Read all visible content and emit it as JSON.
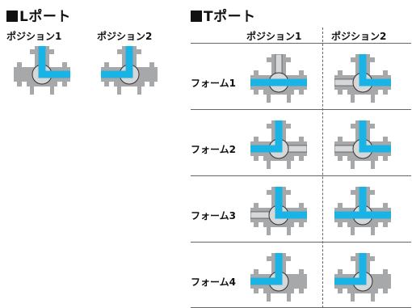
{
  "l_section": {
    "title": "Lポート",
    "position1": "ポジション1",
    "position2": "ポジション2"
  },
  "t_section": {
    "title": "Tポート",
    "position1": "ポジション1",
    "position2": "ポジション2",
    "forms": [
      {
        "label": "フォーム1"
      },
      {
        "label": "フォーム2"
      },
      {
        "label": "フォーム3"
      },
      {
        "label": "フォーム4"
      }
    ]
  },
  "colors": {
    "flow": "#1ab3e6",
    "body": "#a7a8aa",
    "plug": "#d6d7d8",
    "outline": "#333333"
  },
  "valves": {
    "l_port": [
      {
        "flow": [
          "top",
          "right"
        ],
        "idle": []
      },
      {
        "flow": [
          "top",
          "left"
        ],
        "idle": []
      }
    ],
    "t_port": [
      [
        {
          "flow": [
            "left",
            "right"
          ],
          "idle": [
            "top"
          ]
        },
        {
          "flow": [
            "top",
            "right"
          ],
          "idle": [
            "left"
          ]
        }
      ],
      [
        {
          "flow": [
            "top",
            "left"
          ],
          "idle": [
            "right"
          ]
        },
        {
          "flow": [
            "top",
            "right"
          ],
          "idle": [
            "left"
          ]
        }
      ],
      [
        {
          "flow": [
            "top",
            "right"
          ],
          "idle": [
            "left"
          ]
        },
        {
          "flow": [
            "top",
            "left",
            "right"
          ],
          "idle": []
        }
      ],
      [
        {
          "flow": [
            "top",
            "left"
          ],
          "idle": []
        },
        {
          "flow": [
            "top",
            "left"
          ],
          "idle": []
        }
      ]
    ]
  }
}
